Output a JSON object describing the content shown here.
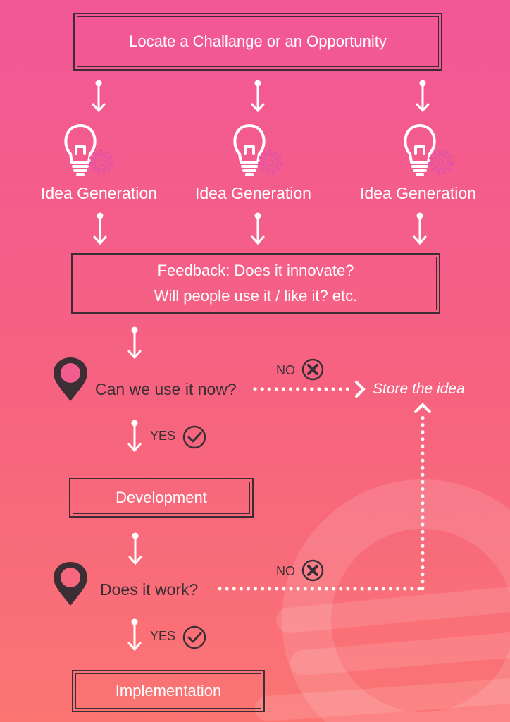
{
  "top_box": {
    "text": "Locate a Challange or an Opportunity"
  },
  "ideas": [
    {
      "label": "Idea Generation",
      "icon": "lightbulb-gear-icon"
    },
    {
      "label": "Idea Generation",
      "icon": "lightbulb-gear-icon"
    },
    {
      "label": "Idea Generation",
      "icon": "lightbulb-gear-icon"
    }
  ],
  "feedback_box": {
    "line1": "Feedback: Does it innovate?",
    "line2": "Will people use it / like it? etc."
  },
  "question1": {
    "text": "Can we use it now?",
    "no_label": "NO",
    "yes_label": "YES"
  },
  "store": {
    "text": "Store the idea"
  },
  "development_box": {
    "text": "Development"
  },
  "question2": {
    "text": "Does it work?",
    "no_label": "NO",
    "yes_label": "YES"
  },
  "implementation_box": {
    "text": "Implementation"
  },
  "colors": {
    "background_top": "#f25797",
    "background_bottom": "#fb7573",
    "border": "#3b2d33",
    "text_light": "#ffffff",
    "text_dark": "#3a2f35",
    "gear": "#e7559e"
  }
}
